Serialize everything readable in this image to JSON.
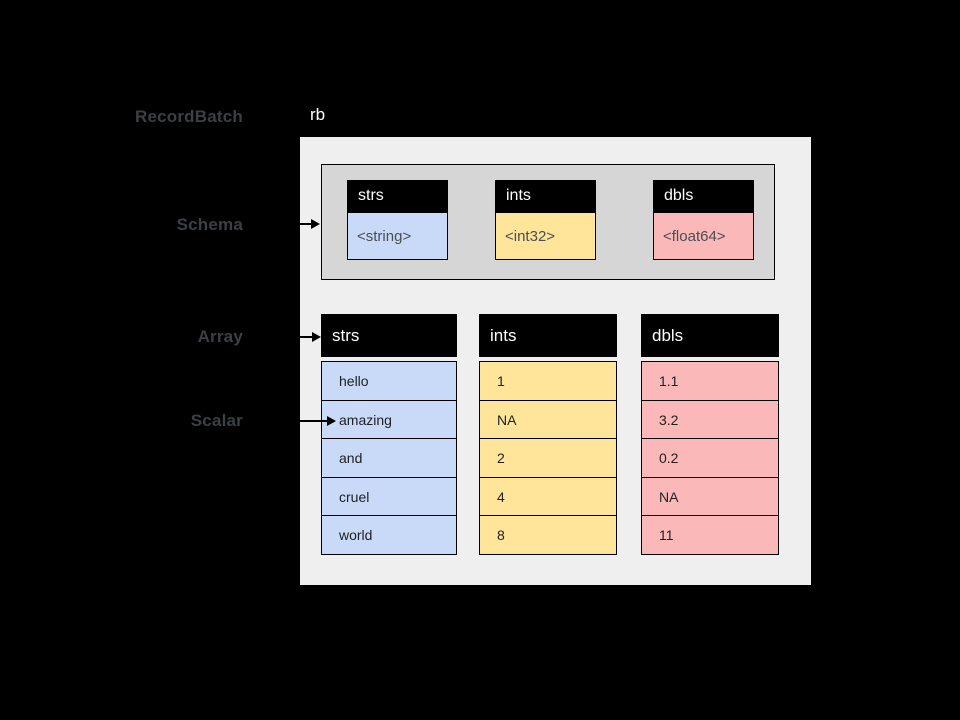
{
  "colors": {
    "background": "#000000",
    "panel": "#efefef",
    "schema_container": "#d6d6d6",
    "header": "#000000",
    "header_text": "#ffffff",
    "blue": "#c9daf8",
    "yellow": "#ffe599",
    "pink": "#fbb8b8",
    "label_text": "#3b4045",
    "cell_text": "#202124",
    "type_text": "#4a4e53"
  },
  "labels": {
    "record_batch": "RecordBatch",
    "schema": "Schema",
    "array": "Array",
    "scalar": "Scalar",
    "variable": "rb"
  },
  "schema": {
    "fields": [
      {
        "name": "strs",
        "type": "<string>"
      },
      {
        "name": "ints",
        "type": "<int32>"
      },
      {
        "name": "dbls",
        "type": "<float64>"
      }
    ]
  },
  "arrays": [
    {
      "name": "strs",
      "values": [
        "hello",
        "amazing",
        "and",
        "cruel",
        "world"
      ]
    },
    {
      "name": "ints",
      "values": [
        "1",
        "NA",
        "2",
        "4",
        "8"
      ]
    },
    {
      "name": "dbls",
      "values": [
        "1.1",
        "3.2",
        "0.2",
        "NA",
        "11"
      ]
    }
  ]
}
